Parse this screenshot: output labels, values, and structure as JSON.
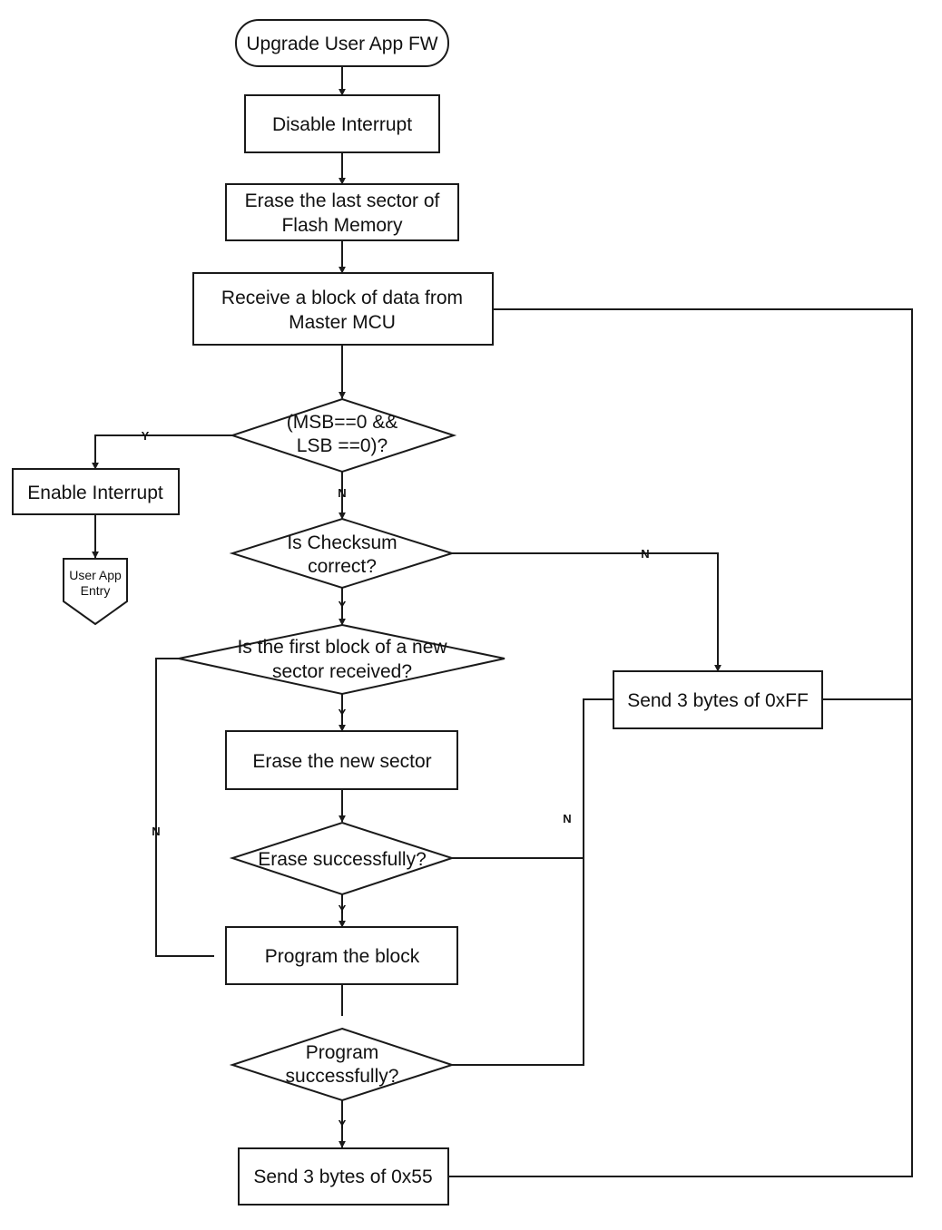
{
  "nodes": {
    "start": {
      "lines": [
        "Upgrade User App FW"
      ]
    },
    "disable_interrupt": {
      "lines": [
        "Disable Interrupt"
      ]
    },
    "erase_last_sector": {
      "lines": [
        "Erase the last sector of",
        "Flash Memory"
      ]
    },
    "receive_block": {
      "lines": [
        "Receive a block of data from",
        "Master MCU"
      ]
    },
    "msb_lsb_check": {
      "lines": [
        "(MSB==0 &&",
        "LSB ==0)?"
      ]
    },
    "enable_interrupt": {
      "lines": [
        "Enable Interrupt"
      ]
    },
    "user_app_entry": {
      "lines": [
        "User App",
        "Entry"
      ]
    },
    "checksum_check": {
      "lines": [
        "Is Checksum",
        "correct?"
      ]
    },
    "first_block_check": {
      "lines": [
        "Is the first block of a new",
        "sector received?"
      ]
    },
    "send_ff": {
      "lines": [
        "Send 3 bytes of 0xFF"
      ]
    },
    "erase_new_sector": {
      "lines": [
        "Erase the new sector"
      ]
    },
    "erase_success_check": {
      "lines": [
        "Erase successfully?"
      ]
    },
    "program_block": {
      "lines": [
        "Program the block"
      ]
    },
    "program_success_check": {
      "lines": [
        "Program",
        "successfully?"
      ]
    },
    "send_55": {
      "lines": [
        "Send 3 bytes of 0x55"
      ]
    }
  },
  "edge_labels": {
    "msb_yes": "Y",
    "msb_no": "N",
    "checksum_no": "N",
    "checksum_yes": "Y",
    "first_block_yes": "Y",
    "first_block_no": "N",
    "erase_fail": "N",
    "erase_yes": "Y",
    "program_yes": "Y"
  }
}
